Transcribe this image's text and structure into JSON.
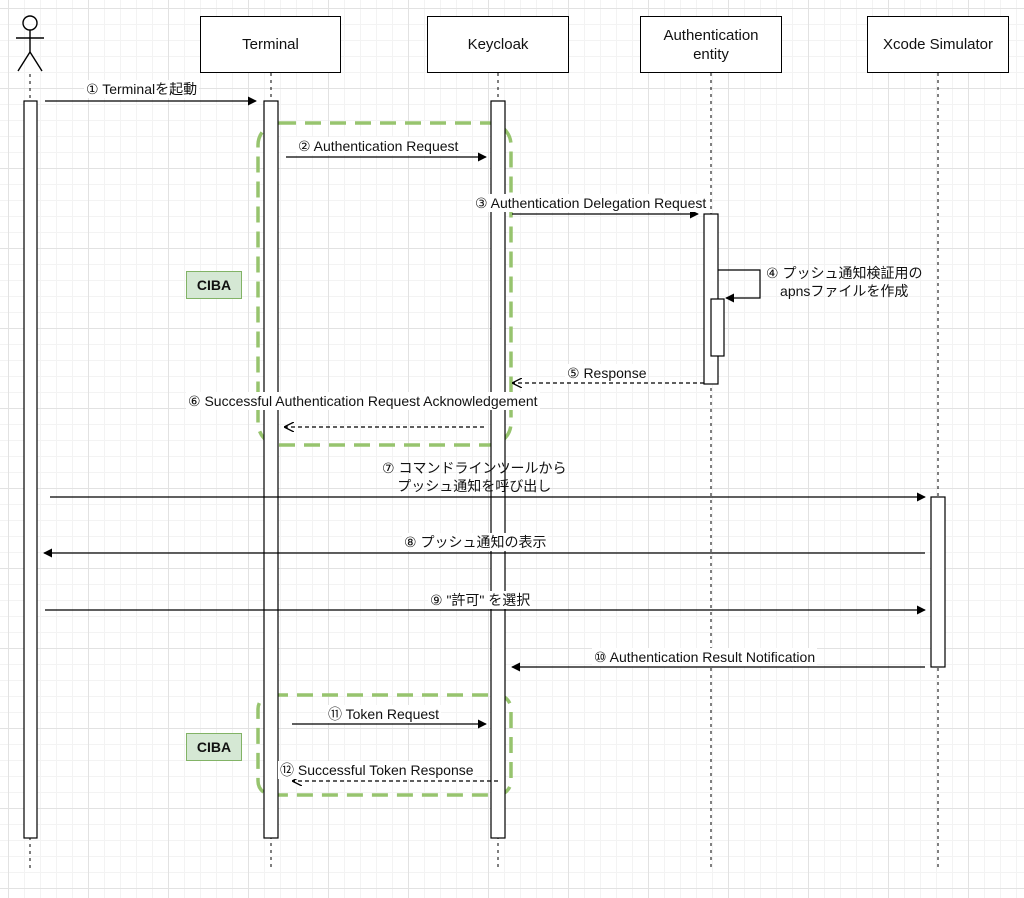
{
  "participants": {
    "terminal": "Terminal",
    "keycloak": "Keycloak",
    "auth_entity": "Authentication\nentity",
    "xcode": "Xcode Simulator"
  },
  "regions": [
    {
      "label": "CIBA",
      "color": "#97c46e"
    },
    {
      "label": "CIBA",
      "color": "#97c46e"
    }
  ],
  "messages": [
    {
      "text": "① Terminalを起動",
      "style": "solid"
    },
    {
      "text": "② Authentication Request",
      "style": "solid"
    },
    {
      "text": "③ Authentication Delegation Request",
      "style": "solid"
    },
    {
      "text": "④ プッシュ通知検証用の\napnsファイルを作成",
      "style": "solid"
    },
    {
      "text": "⑤ Response",
      "style": "dashed"
    },
    {
      "text": "⑥ Successful Authentication Request Acknowledgement",
      "style": "dashed"
    },
    {
      "text": "⑦ コマンドラインツールから\nプッシュ通知を呼び出し",
      "style": "solid"
    },
    {
      "text": "⑧ プッシュ通知の表示",
      "style": "solid"
    },
    {
      "text": "⑨ \"許可\" を選択",
      "style": "solid"
    },
    {
      "text": "⑩ Authentication Result Notification",
      "style": "solid"
    },
    {
      "text": "⑪ Token Request",
      "style": "solid"
    },
    {
      "text": "⑫ Successful Token Response",
      "style": "dashed"
    }
  ]
}
